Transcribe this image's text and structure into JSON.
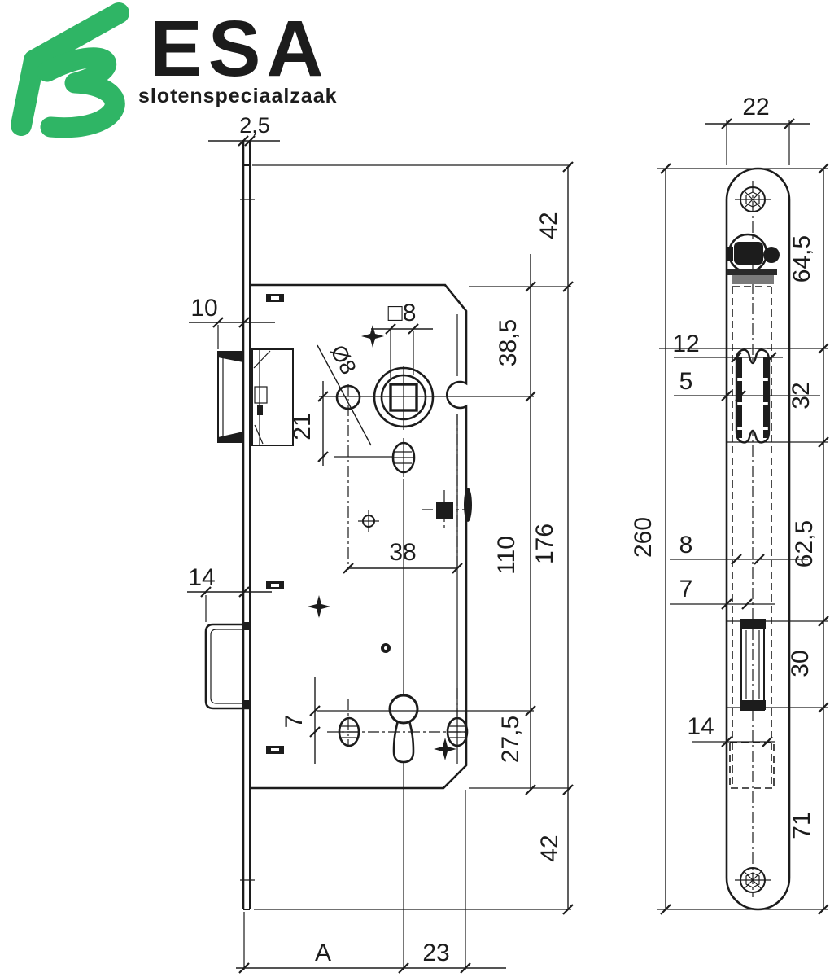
{
  "logo": {
    "brand": "ESA",
    "tagline": "slotenspeciaalzaak",
    "green": "#2fb565",
    "dark_gray": "#3b3b3f",
    "light_gray": "#9a9a9a"
  },
  "drawing": {
    "type": "mortise-lock technical drawing, side view and faceplate front view"
  },
  "dims": {
    "left": {
      "face_thickness": "2,5",
      "margin_top": "42",
      "latch_protrusion": "10",
      "square_follower": "□8",
      "hole_diameter": "Ø8",
      "follower_to_cylinder": "21",
      "hole_spacing": "38",
      "top_to_follower": "38,5",
      "follower_to_key": "110",
      "case_height": "176",
      "bolt_protrusion": "14",
      "key_hole_offset": "7",
      "key_to_case_bottom": "27,5",
      "margin_bottom": "42",
      "backset": "A",
      "key_to_edge": "23"
    },
    "right": {
      "plate_width": "22",
      "top_to_latch": "64,5",
      "latch_width": "12",
      "latch_edge_offset": "5",
      "latch_cutout": "32",
      "plate_height": "260",
      "latch_to_bolt": "62,5",
      "slot_8": "8",
      "slot_7": "7",
      "bolt_cutout": "30",
      "bolt_width": "14",
      "bolt_to_bottom": "71"
    }
  }
}
